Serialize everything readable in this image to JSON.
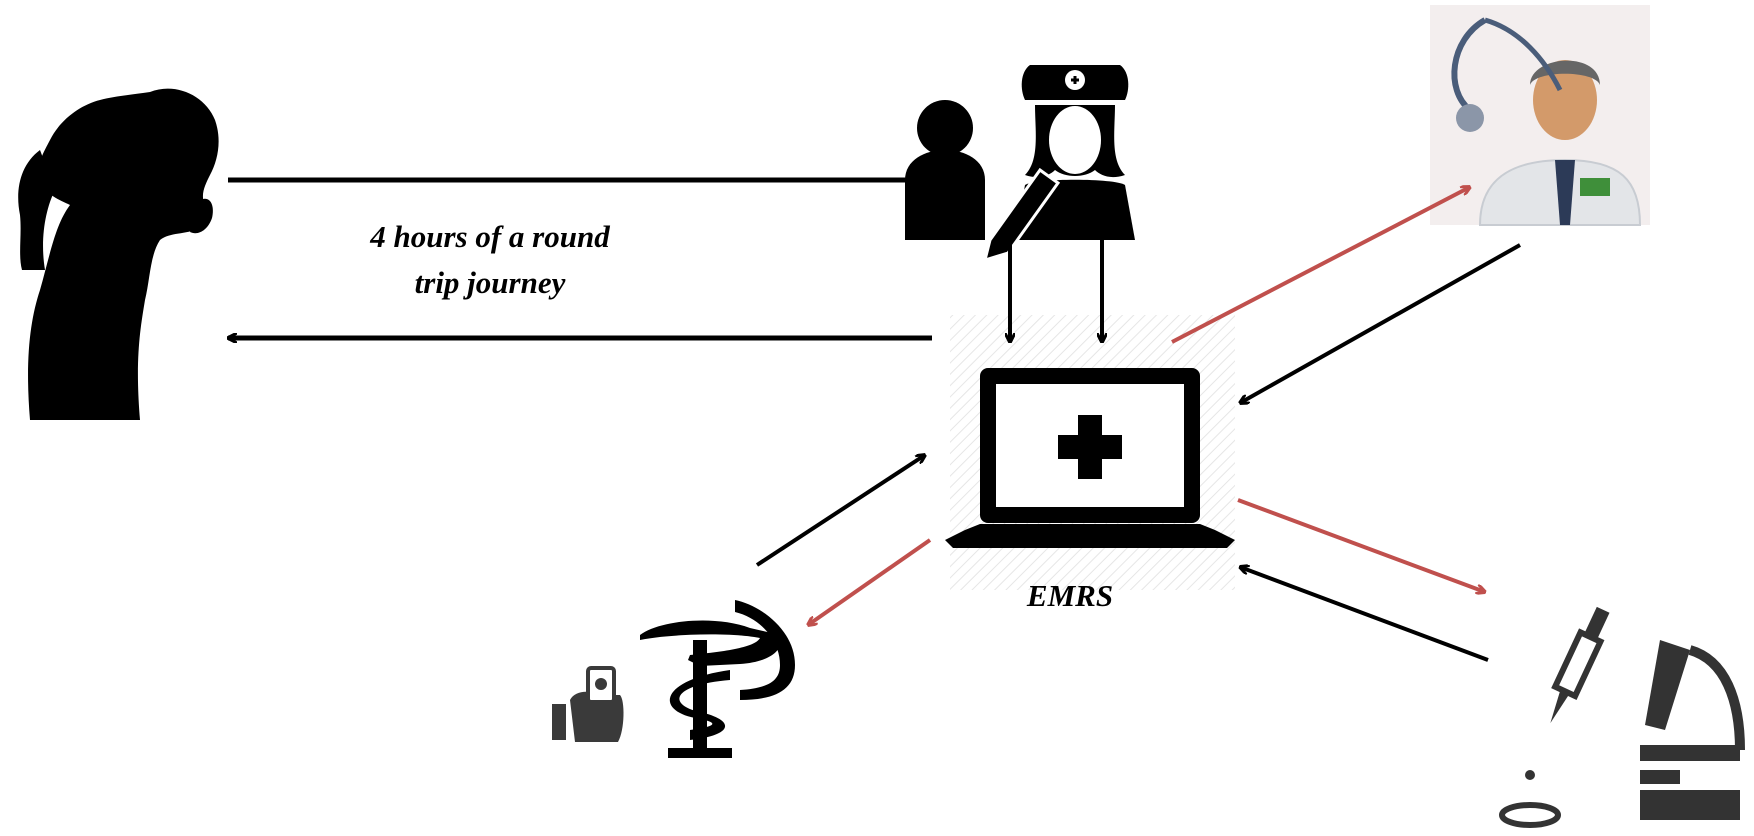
{
  "journey": {
    "line1": "4 hours of a round",
    "line2": "trip journey"
  },
  "emrs_label": "EMRS",
  "colors": {
    "black_arrow": "#000000",
    "red_arrow": "#c0504d"
  },
  "icons": {
    "patient": "woman-coughing-silhouette-icon",
    "staff": "nurse-and-registrar-icon",
    "emr": "laptop-medical-cross-icon",
    "doctor": "doctor-with-stethoscope-icon",
    "pharmacy": "pharmacy-symbol-icon",
    "payment": "hand-with-money-icon",
    "lab": "pipette-and-microscope-icon"
  }
}
